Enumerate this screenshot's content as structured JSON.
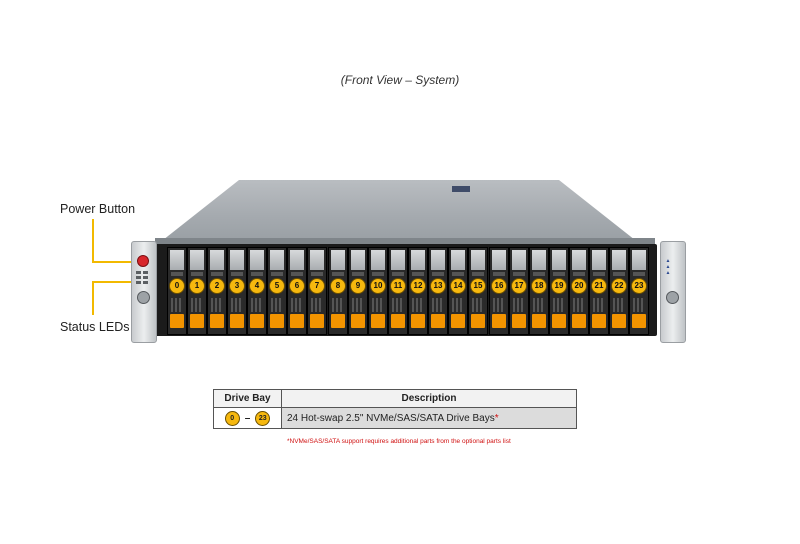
{
  "view_title": "(Front View – System)",
  "callouts": {
    "power_button": "Power Button",
    "status_leds": "Status LEDs"
  },
  "drive_bays": [
    "0",
    "1",
    "2",
    "3",
    "4",
    "5",
    "6",
    "7",
    "8",
    "9",
    "10",
    "11",
    "12",
    "13",
    "14",
    "15",
    "16",
    "17",
    "18",
    "19",
    "20",
    "21",
    "22",
    "23"
  ],
  "table": {
    "headers": {
      "bay": "Drive Bay",
      "description": "Description"
    },
    "row": {
      "range_start": "0",
      "range_dash": "–",
      "range_end": "23",
      "description": "24 Hot-swap 2.5\" NVMe/SAS/SATA Drive Bays",
      "asterisk": "*"
    }
  },
  "footnote": "*NVMe/SAS/SATA support requires additional parts from the optional parts list",
  "colors": {
    "callout_line": "#f2b900",
    "bay_number": "#f6b80e",
    "bay_latch": "#f39400",
    "footnote": "#d01010"
  }
}
